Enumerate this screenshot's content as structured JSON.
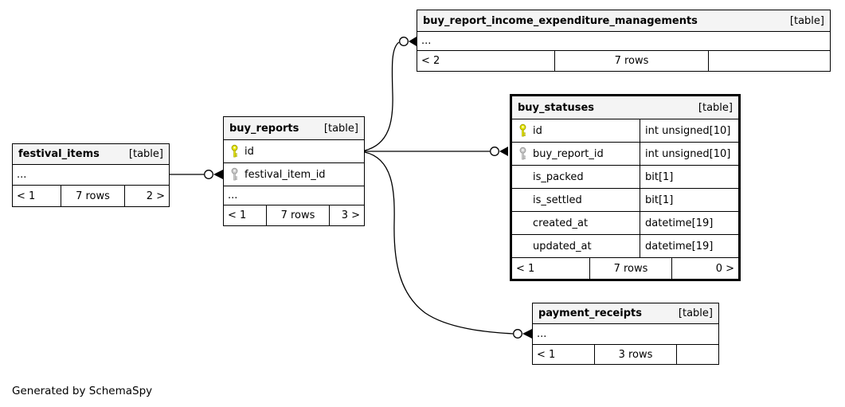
{
  "diagram": {
    "footer_note": "Generated by SchemaSpy",
    "ellipsis_label": "..."
  },
  "colors": {
    "header_bg": "#f4f4f4",
    "border": "#000000",
    "line": "#000000",
    "primary_key_fill": "#e8e800",
    "primary_key_stroke": "#a0a000",
    "foreign_key_fill": "#cccccc",
    "foreign_key_stroke": "#999999"
  },
  "tables": [
    {
      "id": "festival_items",
      "name": "festival_items",
      "badge": "[table]",
      "emphasis": false,
      "columns": [],
      "ellipsis": true,
      "footer": {
        "parents": "< 1",
        "rows": "7 rows",
        "children": "2 >"
      }
    },
    {
      "id": "buy_reports",
      "name": "buy_reports",
      "badge": "[table]",
      "emphasis": false,
      "columns": [
        {
          "name": "id",
          "key": "primary",
          "type": ""
        },
        {
          "name": "festival_item_id",
          "key": "foreign",
          "type": ""
        }
      ],
      "ellipsis": true,
      "footer": {
        "parents": "< 1",
        "rows": "7 rows",
        "children": "3 >"
      }
    },
    {
      "id": "buy_report_income_expenditure_managements",
      "name": "buy_report_income_expenditure_managements",
      "badge": "[table]",
      "emphasis": false,
      "columns": [],
      "ellipsis": true,
      "footer": {
        "parents": "< 2",
        "rows": "7 rows",
        "children": ""
      }
    },
    {
      "id": "buy_statuses",
      "name": "buy_statuses",
      "badge": "[table]",
      "emphasis": true,
      "columns": [
        {
          "name": "id",
          "key": "primary",
          "type": "int unsigned[10]"
        },
        {
          "name": "buy_report_id",
          "key": "foreign",
          "type": "int unsigned[10]"
        },
        {
          "name": "is_packed",
          "key": "",
          "type": "bit[1]"
        },
        {
          "name": "is_settled",
          "key": "",
          "type": "bit[1]"
        },
        {
          "name": "created_at",
          "key": "",
          "type": "datetime[19]"
        },
        {
          "name": "updated_at",
          "key": "",
          "type": "datetime[19]"
        }
      ],
      "ellipsis": false,
      "footer": {
        "parents": "< 1",
        "rows": "7 rows",
        "children": "0 >"
      }
    },
    {
      "id": "payment_receipts",
      "name": "payment_receipts",
      "badge": "[table]",
      "emphasis": false,
      "columns": [],
      "ellipsis": true,
      "footer": {
        "parents": "< 1",
        "rows": "3 rows",
        "children": ""
      }
    }
  ],
  "relationships": [
    {
      "from": "festival_items",
      "to": "buy_reports.festival_item_id"
    },
    {
      "from": "buy_reports.id",
      "to": "buy_report_income_expenditure_managements"
    },
    {
      "from": "buy_reports.id",
      "to": "buy_statuses.buy_report_id"
    },
    {
      "from": "buy_reports.id",
      "to": "payment_receipts"
    }
  ]
}
